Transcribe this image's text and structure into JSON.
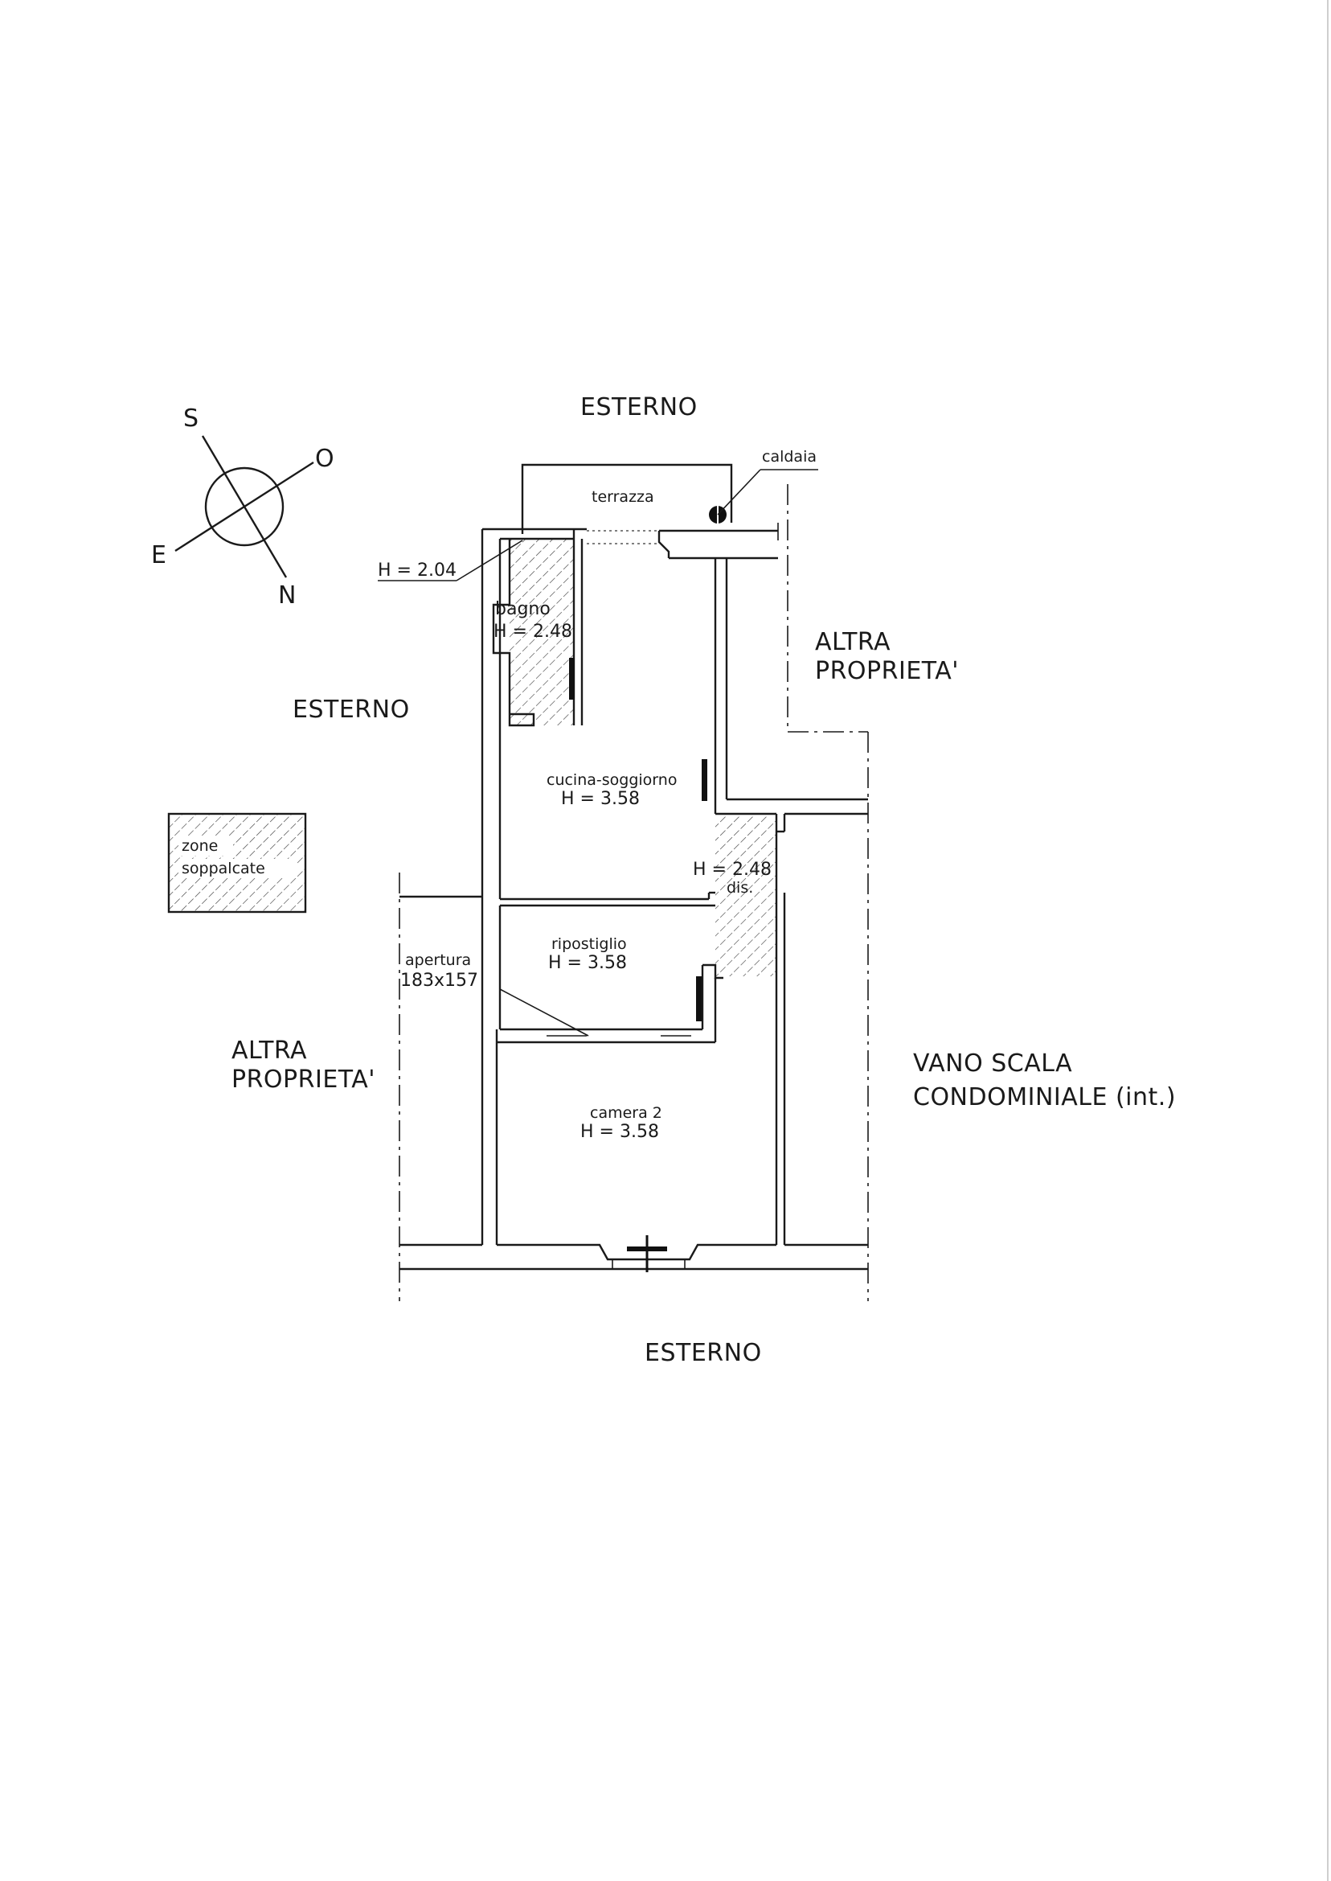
{
  "compass": {
    "s": "S",
    "o": "O",
    "e": "E",
    "n": "N"
  },
  "labels": {
    "esterno_top": "ESTERNO",
    "esterno_left": "ESTERNO",
    "esterno_bottom": "ESTERNO",
    "altra_right_1": "ALTRA",
    "altra_right_2": "PROPRIETA'",
    "altra_left_1": "ALTRA",
    "altra_left_2": "PROPRIETA'",
    "vano_1": "VANO SCALA",
    "vano_2": "CONDOMINIALE (int.)",
    "caldaia": "caldaia",
    "terrazza": "terrazza",
    "h_204": "H = 2.04",
    "bagno": "bagno",
    "bagno_h": "H = 2.48",
    "cucina": "cucina-soggiorno",
    "cucina_h": "H = 3.58",
    "dis_h": "H = 2.48",
    "dis": "dis.",
    "ripostiglio": "ripostiglio",
    "ripostiglio_h": "H = 3.58",
    "apertura_1": "apertura",
    "apertura_2": "183x157",
    "camera": "camera 2",
    "camera_h": "H = 3.58"
  },
  "legend": {
    "line1": "zone",
    "line2": "soppalcate"
  }
}
